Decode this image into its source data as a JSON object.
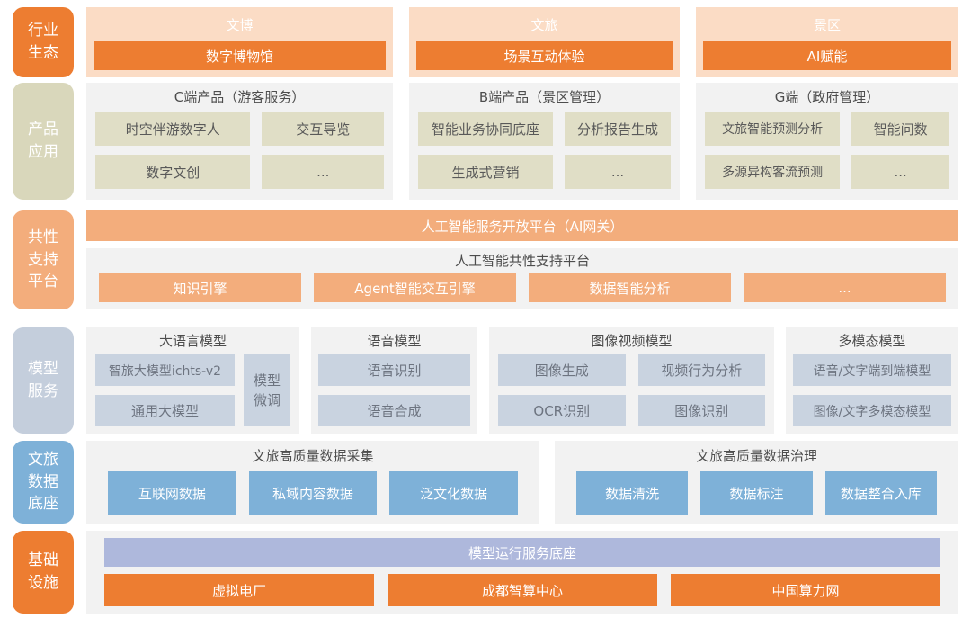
{
  "diagram": {
    "colors": {
      "orange": "#ED7D31",
      "peach": "#FBDCC5",
      "salmon": "#F3AD7C",
      "olive_label": "#D9D7BB",
      "olive_item": "#E0DEC6",
      "gray_panel": "#F2F2F2",
      "bluegray_label": "#C4CEDC",
      "bluegray_item": "#C9D3E0",
      "blue": "#7EB1D8",
      "lavender": "#AEB8DC"
    },
    "rows": [
      {
        "label": "行业\n生态",
        "columns": [
          {
            "title": "文博",
            "item": "数字博物馆"
          },
          {
            "title": "文旅",
            "item": "场景互动体验"
          },
          {
            "title": "景区",
            "item": "AI赋能"
          }
        ]
      },
      {
        "label": "产品\n应用",
        "groups": [
          {
            "title": "C端产品（游客服务）",
            "items": [
              "时空伴游数字人",
              "交互导览",
              "数字文创",
              "..."
            ]
          },
          {
            "title": "B端产品（景区管理）",
            "items": [
              "智能业务协同底座",
              "分析报告生成",
              "生成式营销",
              "..."
            ]
          },
          {
            "title": "G端（政府管理）",
            "items": [
              "文旅智能预测分析",
              "智能问数",
              "多源异构客流预测",
              "..."
            ]
          }
        ]
      },
      {
        "label": "共性\n支持\n平台",
        "banner": "人工智能服务开放平台（AI网关）",
        "group": {
          "title": "人工智能共性支持平台",
          "items": [
            "知识引擎",
            "Agent智能交互引擎",
            "数据智能分析",
            "..."
          ]
        }
      },
      {
        "label": "模型\n服务",
        "groups": [
          {
            "title": "大语言模型",
            "items": [
              "智旅大模型ichts-v2",
              "通用大模型"
            ],
            "side": "模型\n微调"
          },
          {
            "title": "语音模型",
            "items": [
              "语音识别",
              "语音合成"
            ]
          },
          {
            "title": "图像视频模型",
            "items": [
              "图像生成",
              "视频行为分析",
              "OCR识别",
              "图像识别"
            ]
          },
          {
            "title": "多模态模型",
            "items": [
              "语音/文字端到端模型",
              "图像/文字多模态模型"
            ]
          }
        ]
      },
      {
        "label": "文旅\n数据\n底座",
        "groups": [
          {
            "title": "文旅高质量数据采集",
            "items": [
              "互联网数据",
              "私域内容数据",
              "泛文化数据"
            ]
          },
          {
            "title": "文旅高质量数据治理",
            "items": [
              "数据清洗",
              "数据标注",
              "数据整合入库"
            ]
          }
        ]
      },
      {
        "label": "基础\n设施",
        "banner": "模型运行服务底座",
        "items": [
          "虚拟电厂",
          "成都智算中心",
          "中国算力网"
        ]
      }
    ]
  }
}
